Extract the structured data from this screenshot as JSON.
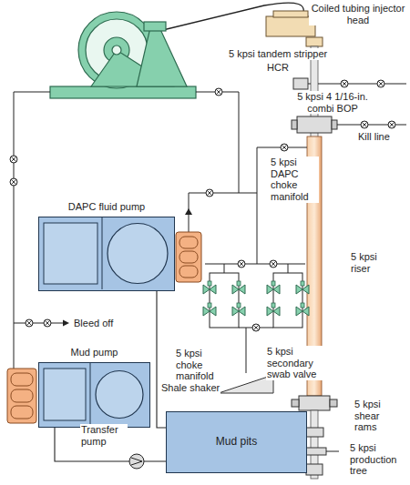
{
  "diagram": {
    "nodes": [
      {
        "text": [
          "DAPC fluid pump"
        ]
      },
      {
        "text": [
          "Mud pump"
        ]
      },
      {
        "text": [
          "Mud pits"
        ]
      }
    ],
    "edges": [
      {
        "from": 2,
        "to": 1,
        "arrow": "none"
      },
      {
        "from": 2,
        "to": 0,
        "arrow": "none"
      }
    ],
    "labels": [
      "Coiled tubing injector head",
      "5 kpsi tandem stripper",
      "HCR",
      "5 kpsi 4 1/16-in. combi BOP",
      "Kill line",
      "5 kpsi DAPC choke manifold",
      "5 kpsi riser",
      "Bleed off",
      "5 kpsi choke manifold",
      "5 kpsi secondary swab valve",
      "Shale shaker",
      "5 kpsi shear rams",
      "Transfer pump",
      "5 kpsi production tree"
    ]
  }
}
